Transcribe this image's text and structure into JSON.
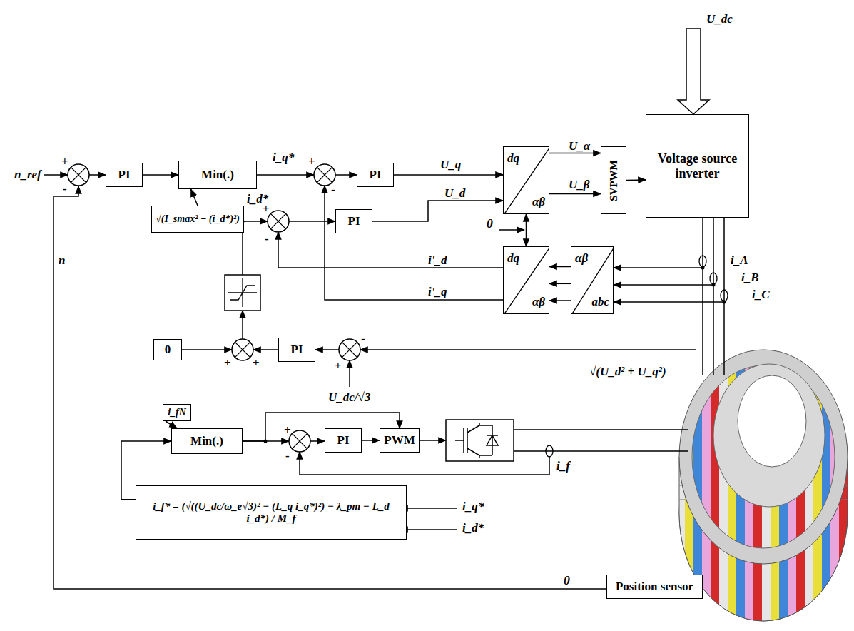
{
  "diagram": {
    "nodes": [
      {
        "text": [
          "PI"
        ]
      },
      {
        "text": [
          "Min(.)"
        ]
      },
      {
        "text": [
          "PI"
        ]
      },
      {
        "text": [
          "PI"
        ]
      },
      {
        "text": [
          "dq",
          "αβ"
        ]
      },
      {
        "text": [
          "SVPWM"
        ]
      },
      {
        "text": [
          "Voltage source inverter"
        ]
      },
      {
        "text": [
          "√(I_smax² − (i_d*)²)"
        ]
      },
      {
        "text": [
          "dq",
          "αβ"
        ]
      },
      {
        "text": [
          "αβ",
          "abc"
        ]
      },
      {
        "text": [
          "0"
        ]
      },
      {
        "text": [
          "PI"
        ]
      },
      {
        "text": [
          "i_fN"
        ]
      },
      {
        "text": [
          "Min(.)"
        ]
      },
      {
        "text": [
          "PI"
        ]
      },
      {
        "text": [
          "PWM"
        ]
      },
      {
        "text": [
          "i_f* = (√((U_dc/ω_e√3)² − (L_q i_q*)²) − λ_pm − L_d i_d*) / M_f"
        ]
      },
      {
        "text": [
          "Position sensor"
        ]
      }
    ],
    "edges": [
      {
        "from": 0,
        "to": 1,
        "arrow": "to"
      },
      {
        "from": 7,
        "to": 1,
        "arrow": "to"
      },
      {
        "from": 2,
        "to": 4,
        "arrow": "to",
        "label": "U_q"
      },
      {
        "from": 3,
        "to": 4,
        "arrow": "to",
        "label": "U_d"
      },
      {
        "from": 4,
        "to": 5,
        "arrow": "to",
        "label": "U_α"
      },
      {
        "from": 4,
        "to": 5,
        "arrow": "to",
        "label": "U_β"
      },
      {
        "from": 5,
        "to": 6,
        "arrow": "to"
      },
      {
        "from": 9,
        "to": 8,
        "arrow": "to"
      },
      {
        "from": 9,
        "to": 8,
        "arrow": "to"
      },
      {
        "from": 9,
        "to": 8,
        "arrow": "to"
      },
      {
        "from": 4,
        "to": 8,
        "arrow": "both"
      },
      {
        "from": 12,
        "to": 13,
        "arrow": "to"
      },
      {
        "from": 16,
        "to": 13,
        "arrow": "to"
      },
      {
        "from": 13,
        "to": 15,
        "arrow": "to"
      },
      {
        "from": 14,
        "to": 15,
        "arrow": "to"
      }
    ],
    "labels": [
      "n_ref",
      "+",
      "-",
      "n",
      "i_q*",
      "+",
      "-",
      "i_d*",
      "+",
      "-",
      "θ",
      "i'_d",
      "i'_q",
      "i_A",
      "i_B",
      "i_C",
      "U_dc",
      "+",
      "+",
      "-",
      "+",
      "U_dc/√3",
      "√(U_d² + U_q²)",
      "+",
      "-",
      "i_f",
      "i_q*",
      "i_d*",
      "θ"
    ]
  }
}
